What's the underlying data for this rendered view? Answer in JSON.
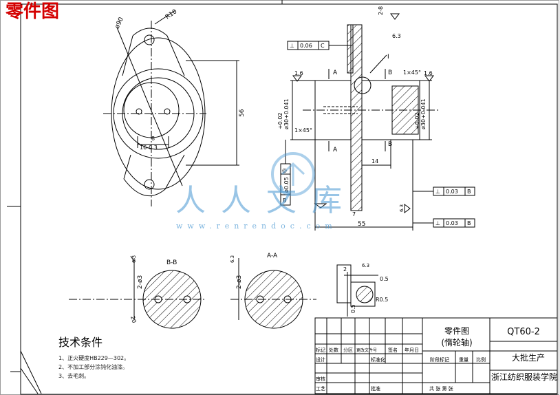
{
  "page_title": "零件图",
  "front_view": {
    "dim_diameter": "ø90",
    "dim_radius": "R10",
    "dim_height": "56",
    "dim_small": "8",
    "dim_pitch": "16-0.3"
  },
  "section_view": {
    "datum_a": "A",
    "datum_b": "B",
    "dim_top": "2-8",
    "roughness_top": "6.3",
    "detail_mark": "I",
    "gdt_top": {
      "symbol": "⊥",
      "value": "0.06",
      "datum": "C"
    },
    "roughness_left": "1.6",
    "roughness_right": "1.6",
    "chamfer_right": "1×45°",
    "chamfer_left": "1×45°",
    "dia_left": "ø30+0.041",
    "dia_left_tol": "+0.02",
    "dia_right": "ø30+0.041",
    "dia_right_tol": "+0.02",
    "dim_14": "14",
    "dim_55": "55",
    "dim_7": "7",
    "dim_63": "6.3",
    "runout_left": {
      "symbol": "◎",
      "value": "ø0.05",
      "datum": "B"
    },
    "gdt_mid": {
      "symbol": "⊥",
      "value": "0.03",
      "datum": "B"
    },
    "gdt_bottom": {
      "symbol": "⊥",
      "value": "0.03",
      "datum": "B"
    }
  },
  "section_bb": {
    "label": "B-B",
    "dim_holes": "2-ø3",
    "dim_side": "20",
    "roughness": "6.3"
  },
  "section_aa": {
    "label": "A-A",
    "dim_holes": "2-ø3",
    "roughness": "6.3"
  },
  "detail": {
    "dim_2": "2",
    "dim_05a": "0.5",
    "dim_05b": "0.5",
    "dim_r": "R0.5",
    "roughness": "6.3"
  },
  "tech_requirements": {
    "title": "技术条件",
    "items": [
      "1、正火硬度HB229—302。",
      "2、不加工部分涂钝化油漆。",
      "3、去毛刺。"
    ]
  },
  "title_block": {
    "part_name": "零件图",
    "part_sub": "(惰轮轴)",
    "material": "QT60-2",
    "production": "大批生产",
    "school": "浙江纺织服装学院",
    "headers": [
      "标记",
      "处数",
      "分区",
      "更改文件号",
      "签名",
      "年月日"
    ],
    "row2": [
      "设计",
      "标准化"
    ],
    "row3": [
      "审核"
    ],
    "row4": [
      "工艺",
      "批准"
    ],
    "stage": "阶段标记",
    "weight": "重量",
    "scale": "比例",
    "sheet": "共  张  第  张"
  },
  "watermark": {
    "text": "人人文库",
    "url": "www.renrendoc.com"
  }
}
